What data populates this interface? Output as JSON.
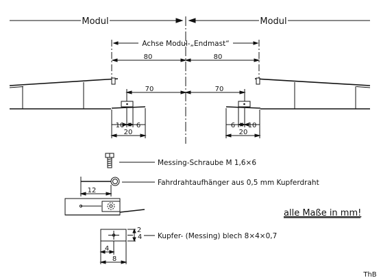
{
  "header": {
    "left_module": "Modul",
    "right_module": "Modul"
  },
  "axis_label": "Achse Modul-„Endmast“",
  "dimensions": {
    "left_half": "80",
    "right_half": "80",
    "left_70": "70",
    "right_70": "70",
    "left_10": "10",
    "left_6": "6",
    "left_20": "20",
    "right_6": "6",
    "right_10": "10",
    "right_20": "20"
  },
  "parts": {
    "screw": {
      "label": "Messing-Schraube M 1,6×6"
    },
    "hanger": {
      "label": "Fahrdrahtaufhänger aus 0,5 mm Kupferdraht",
      "dim": "12"
    },
    "plate": {
      "label": "Kupfer- (Messing) blech 8×4×0,7",
      "dim_4_bottom": "4",
      "dim_8": "8",
      "dim_4_side": "4",
      "dim_2": "2"
    }
  },
  "note": "alle Maße in mm!",
  "signature": "ThB"
}
